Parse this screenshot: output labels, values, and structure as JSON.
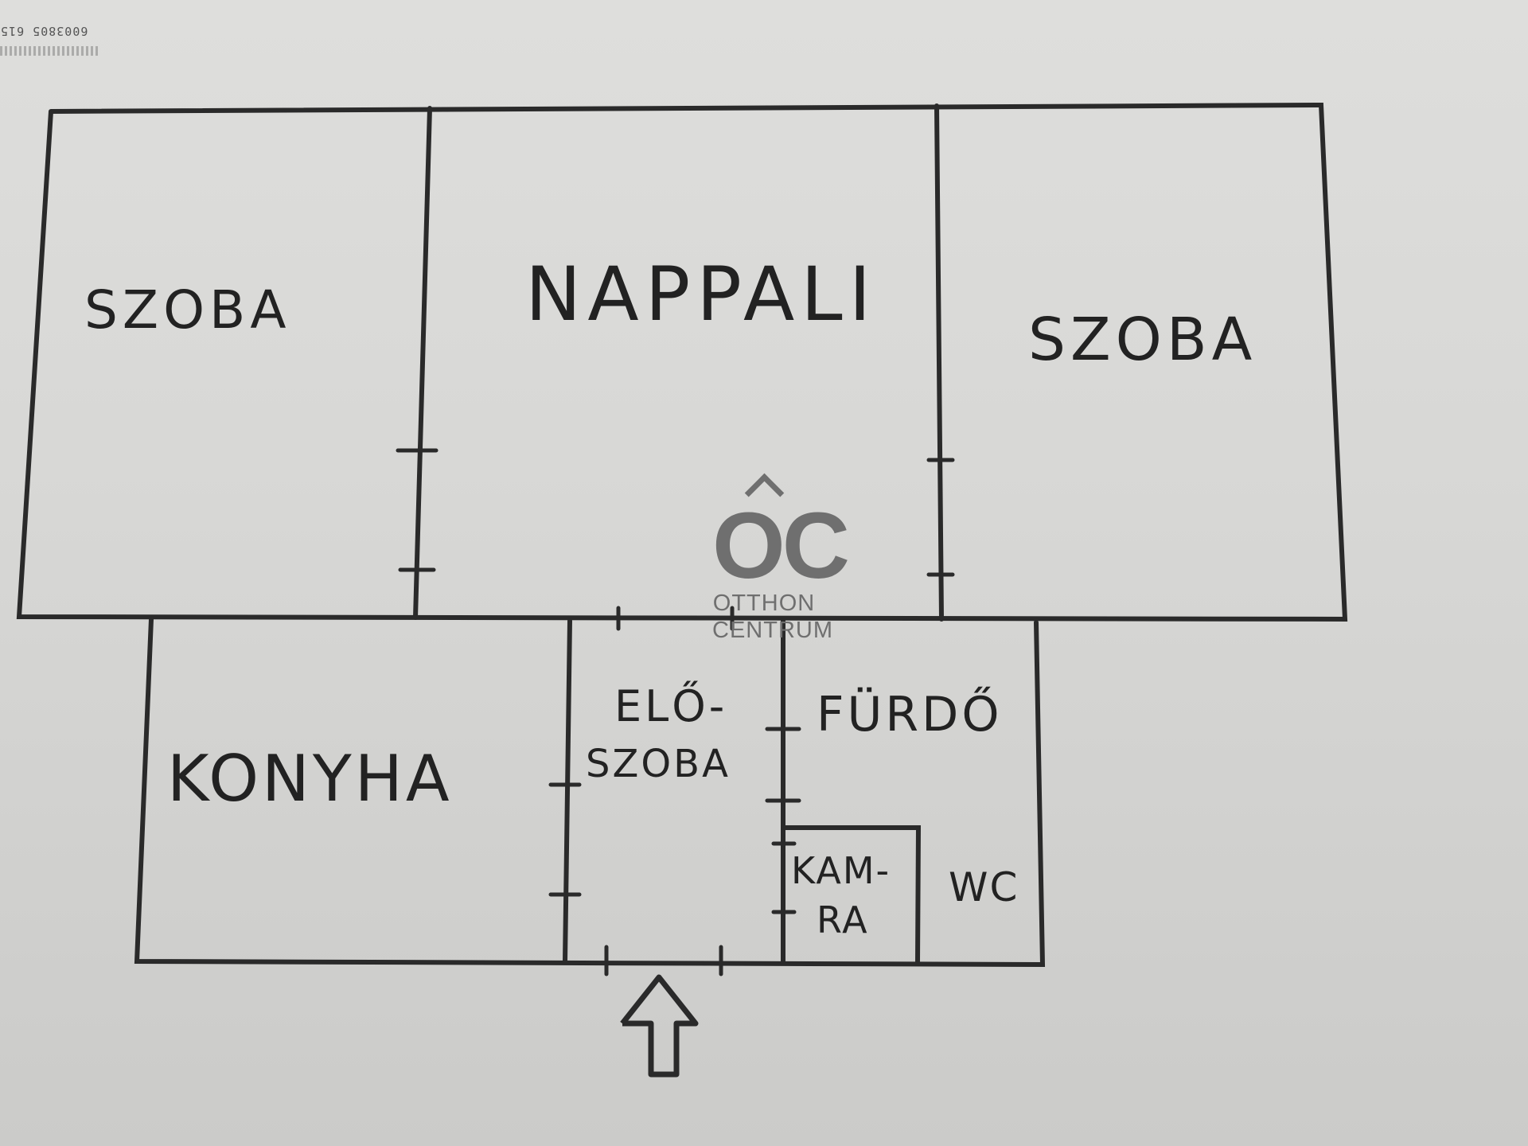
{
  "stamp": {
    "code": "6003805 615"
  },
  "rooms": {
    "szoba_left": "SZOBA",
    "nappali": "NAPPALI",
    "szoba_right": "SZOBA",
    "konyha": "KONYHA",
    "eloszoba_line1": "ELŐ-",
    "eloszoba_line2": "SZOBA",
    "furdo": "FÜRDŐ",
    "kamra_line1": "KAM-",
    "kamra_line2": "RA",
    "wc": "WC"
  },
  "watermark": {
    "mark": "OC",
    "line1": "OTTHON",
    "line2": "CENTRUM"
  },
  "colors": {
    "ink": "#2a2a2a",
    "paper": "#d9d9d7",
    "watermark": "#6f6f6f"
  },
  "icons": {
    "entrance": "up-arrow-icon",
    "logo": "otthon-centrum-logo"
  }
}
